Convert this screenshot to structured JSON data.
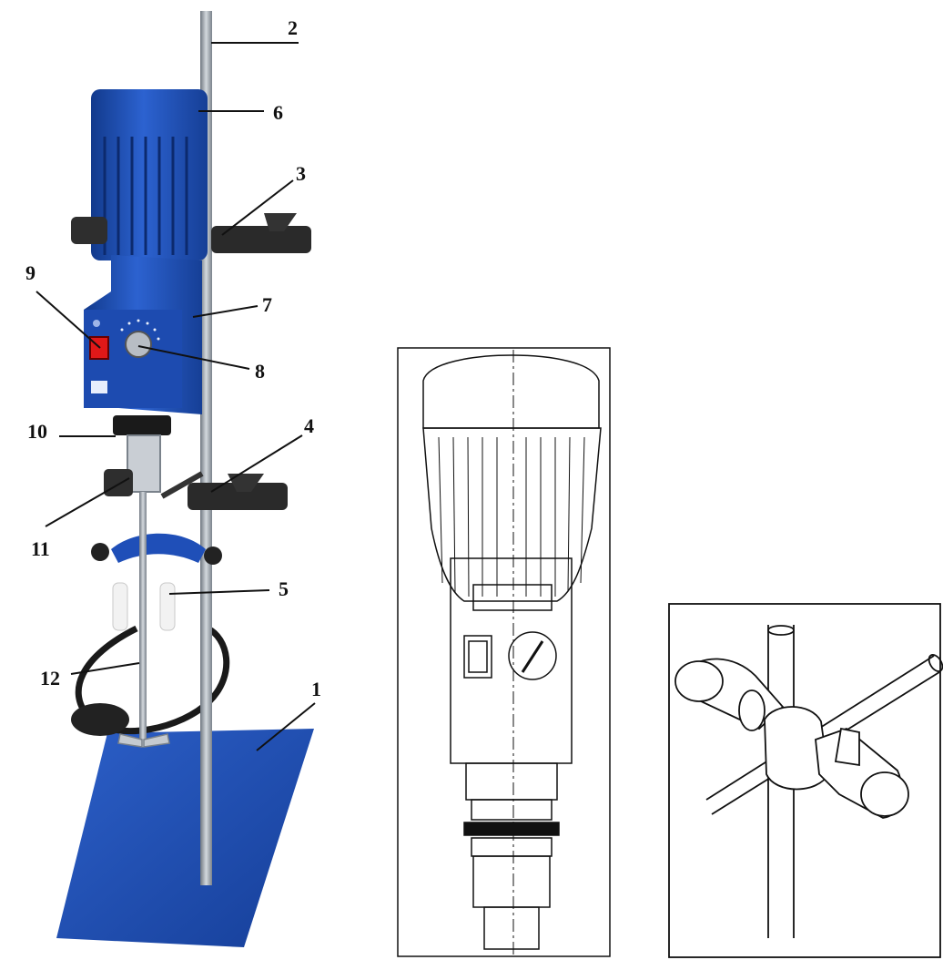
{
  "figure": {
    "callouts": [
      {
        "id": "1",
        "text": "1"
      },
      {
        "id": "2",
        "text": "2"
      },
      {
        "id": "3",
        "text": "3"
      },
      {
        "id": "4",
        "text": "4"
      },
      {
        "id": "5",
        "text": "5"
      },
      {
        "id": "6",
        "text": "6"
      },
      {
        "id": "7",
        "text": "7"
      },
      {
        "id": "8",
        "text": "8"
      },
      {
        "id": "9",
        "text": "9"
      },
      {
        "id": "10",
        "text": "10"
      },
      {
        "id": "11",
        "text": "11"
      },
      {
        "id": "12",
        "text": "12"
      }
    ],
    "panels": {
      "photo": {
        "subject": "overhead-stirrer-on-stand"
      },
      "motor_drawing": {
        "subject": "motor-head-line-drawing"
      },
      "clamp_drawing": {
        "subject": "cross-clamp-line-drawing"
      }
    },
    "colors": {
      "equipment_blue": "#1f4fb8",
      "dark_blue": "#123a8c",
      "rod_steel": "#9aa3ad",
      "clamp_black": "#2a2a2a",
      "switch_red": "#e01818",
      "line": "#111111"
    }
  }
}
